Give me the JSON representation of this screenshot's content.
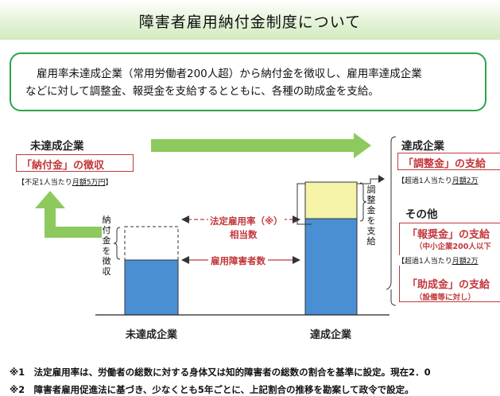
{
  "title": "障害者雇用納付金制度について",
  "summary": {
    "line1": "雇用率未達成企業（常用労働者200人超）から納付金を徴収し、雇用率達成企業",
    "line2": "などに対して調整金、報奨金を支給するとともに、各種の助成金を支給。"
  },
  "left": {
    "heading": "未達成企業",
    "box_label": "「納付金」の徴収",
    "rate_prefix": "【不足1人当たり",
    "rate_value": "月額5万円",
    "rate_suffix": "】",
    "vertical_label": "納付金を徴収"
  },
  "middle": {
    "legal_rate_line1": "法定雇用率（※）",
    "legal_rate_line2": "相当数",
    "employed_label": "雇用障害者数"
  },
  "right_bar_label": "調整金を支給",
  "right": {
    "heading_achieved": "達成企業",
    "adjust_box": "「調整金」の支給",
    "adjust_rate_prefix": "【超過1人当たり",
    "adjust_rate_value": "月額2万",
    "heading_other": "その他",
    "reward_box": "「報奨金」の支給",
    "reward_sub": "（中小企業200人以下",
    "reward_rate_prefix": "【超過1人当たり",
    "reward_rate_value": "月額2万",
    "subsidy_box": "「助成金」の支給",
    "subsidy_sub": "（設備等に対し）"
  },
  "x_labels": {
    "left": "未達成企業",
    "right": "達成企業"
  },
  "notes": {
    "n1": "※1　法定雇用率は、労働者の総数に対する身体又は知的障害者の総数の割合を基準に設定。現在2．0",
    "n2": "※2　障害者雇用促進法に基づき、少なくとも5年ごとに、上記割合の推移を勘案して政令で設定。"
  },
  "colors": {
    "green_arrow": "#8dc95d",
    "green_border": "#2ea34a",
    "bar_blue": "#4a8fd4",
    "bar_yellow": "#f4f3a8",
    "red": "#c2373b"
  }
}
